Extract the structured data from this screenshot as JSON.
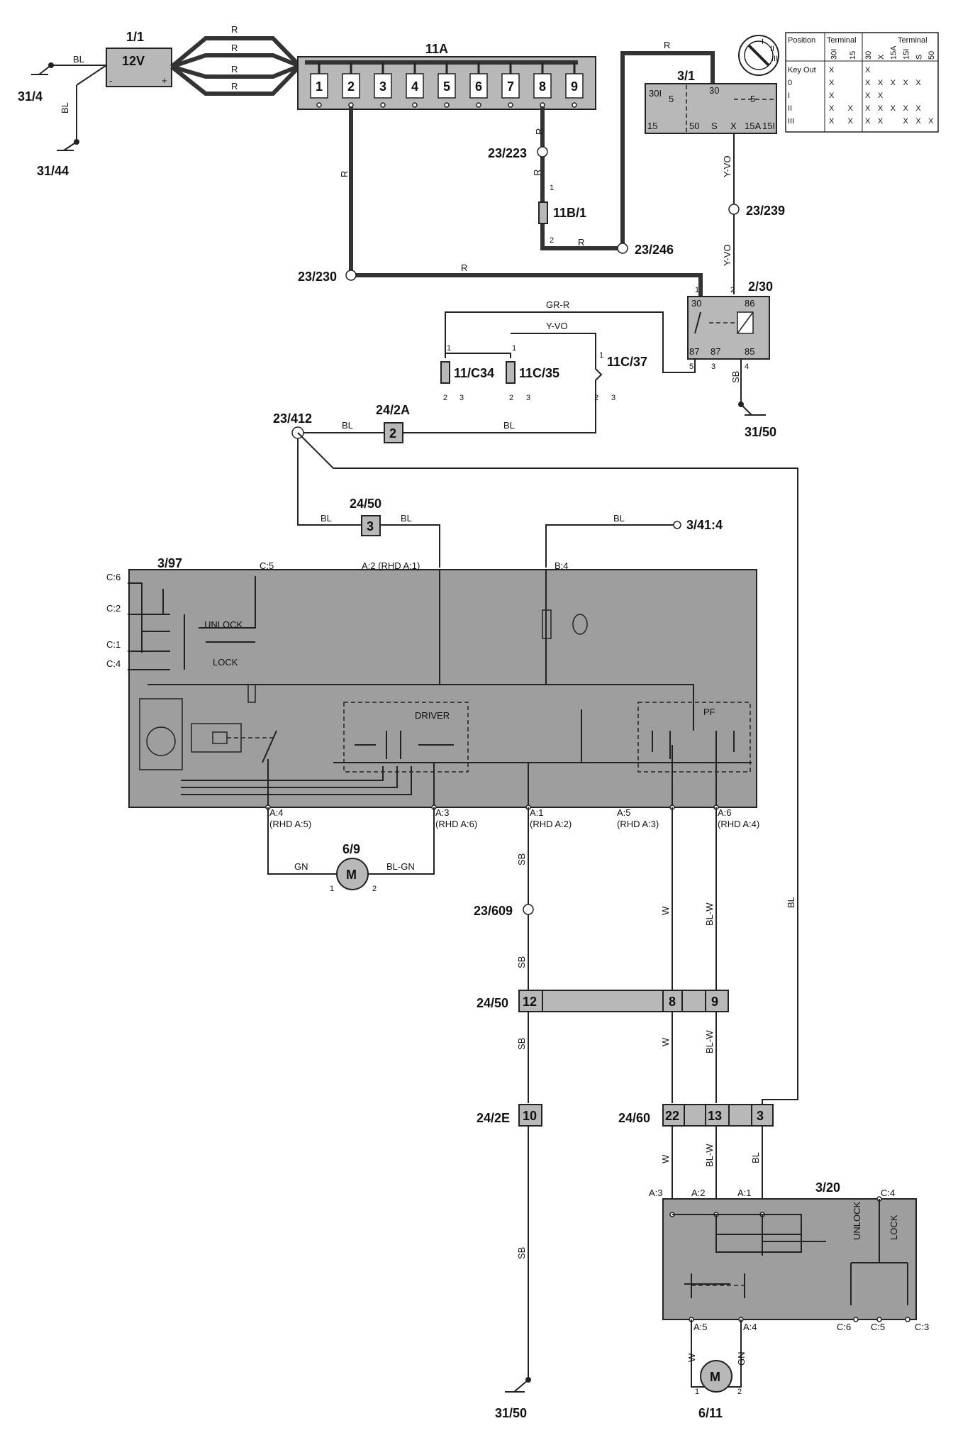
{
  "labels": {
    "battery": "1/1",
    "battery_voltage": "12V",
    "ground_31_4": "31/4",
    "ground_31_44": "31/44",
    "fusebox": "11A",
    "ignition_switch": "3/1",
    "relay": "2/30",
    "fuse_11c34": "11/C34",
    "fuse_11c35": "11C/35",
    "fuse_11c37": "11C/37",
    "fuse_11b1": "11B/1",
    "splice_23_223": "23/223",
    "splice_23_239": "23/239",
    "splice_23_246": "23/246",
    "splice_23_230": "23/230",
    "splice_23_412": "23/412",
    "splice_23_609": "23/609",
    "conn_24_2a": "24/2A",
    "conn_24_50_top": "24/50",
    "conn_24_50_mid": "24/50",
    "conn_24_2e": "24/2E",
    "conn_24_60": "24/60",
    "ground_31_50_relay": "31/50",
    "ground_31_50_bottom": "31/50",
    "module_3_97": "3/97",
    "module_3_20": "3/20",
    "motor_6_9": "6/9",
    "motor_6_11": "6/11",
    "ref_3_41_4": "3/41:4",
    "unlock": "UNLOCK",
    "lock": "LOCK",
    "driver": "DRIVER",
    "pf": "PF",
    "unlock_v": "UNLOCK",
    "lock_v": "LOCK",
    "motor_m": "M"
  },
  "fuse_numbers": [
    "1",
    "2",
    "3",
    "4",
    "5",
    "6",
    "7",
    "8",
    "9"
  ],
  "wire_colors": {
    "bl": "BL",
    "r": "R",
    "y_vo": "Y-VO",
    "gr_r": "GR-R",
    "sb": "SB",
    "gn": "GN",
    "bl_gn": "BL-GN",
    "w": "W",
    "bl_w": "BL-W"
  },
  "pins_3_97": {
    "c6": "C:6",
    "c2": "C:2",
    "c1": "C:1",
    "c4": "C:4",
    "c5": "C:5",
    "a2": "A:2 (RHD A:1)",
    "b4": "B:4",
    "a4": "A:4",
    "a4_rhd": "(RHD A:5)",
    "a3": "A:3",
    "a3_rhd": "(RHD A:6)",
    "a1": "A:1",
    "a1_rhd": "(RHD A:2)",
    "a5": "A:5",
    "a5_rhd": "(RHD A:3)",
    "a6": "A:6",
    "a6_rhd": "(RHD A:4)"
  },
  "pins_3_20": {
    "a3": "A:3",
    "a2": "A:2",
    "a1": "A:1",
    "c4": "C:4",
    "a5": "A:5",
    "a4": "A:4",
    "c6": "C:6",
    "c5": "C:5",
    "c3": "C:3"
  },
  "ignition_terminals": {
    "t30i": "30I",
    "t30": "30",
    "t5a": "5",
    "t5b": "5",
    "t15": "15",
    "t50": "50",
    "tS": "S",
    "tX": "X",
    "t15a": "15A",
    "t15i": "15I"
  },
  "relay_terminals": {
    "p1": "1",
    "p2": "2",
    "t30": "30",
    "t86": "86",
    "t87a": "87",
    "t87b": "87",
    "t85": "85",
    "p5": "5",
    "p3": "3",
    "p4": "4"
  },
  "connector_numbers": {
    "c24_2a": "2",
    "c24_50_top": "3",
    "c24_50_mid_a": "12",
    "c24_50_mid_b": "8",
    "c24_50_mid_c": "9",
    "c24_2e": "10",
    "c24_60_a": "22",
    "c24_60_b": "13",
    "c24_60_c": "3"
  },
  "fuse_pins": {
    "p1": "1",
    "p2": "2",
    "p3": "3"
  },
  "motor_pins": {
    "p1": "1",
    "p2": "2"
  },
  "position_table": {
    "head_position": "Position",
    "head_terminal_a": "Terminal",
    "head_terminal_b": "Terminal",
    "sub_a": [
      "30I",
      "15"
    ],
    "sub_b": [
      "30",
      "X",
      "15A",
      "15I",
      "S",
      "50"
    ],
    "rows": [
      {
        "pos": "Key Out",
        "a": [
          "X",
          ""
        ],
        "b": [
          "X",
          "",
          "",
          "",
          "",
          ""
        ]
      },
      {
        "pos": "0",
        "a": [
          "X",
          ""
        ],
        "b": [
          "X",
          "X",
          "X",
          "X",
          "X",
          ""
        ]
      },
      {
        "pos": "I",
        "a": [
          "X",
          ""
        ],
        "b": [
          "X",
          "X",
          "",
          "",
          "",
          ""
        ]
      },
      {
        "pos": "II",
        "a": [
          "X",
          "X"
        ],
        "b": [
          "X",
          "X",
          "X",
          "X",
          "X",
          ""
        ]
      },
      {
        "pos": "III",
        "a": [
          "X",
          "X"
        ],
        "b": [
          "X",
          "X",
          "",
          "X",
          "X",
          "X"
        ]
      }
    ]
  }
}
